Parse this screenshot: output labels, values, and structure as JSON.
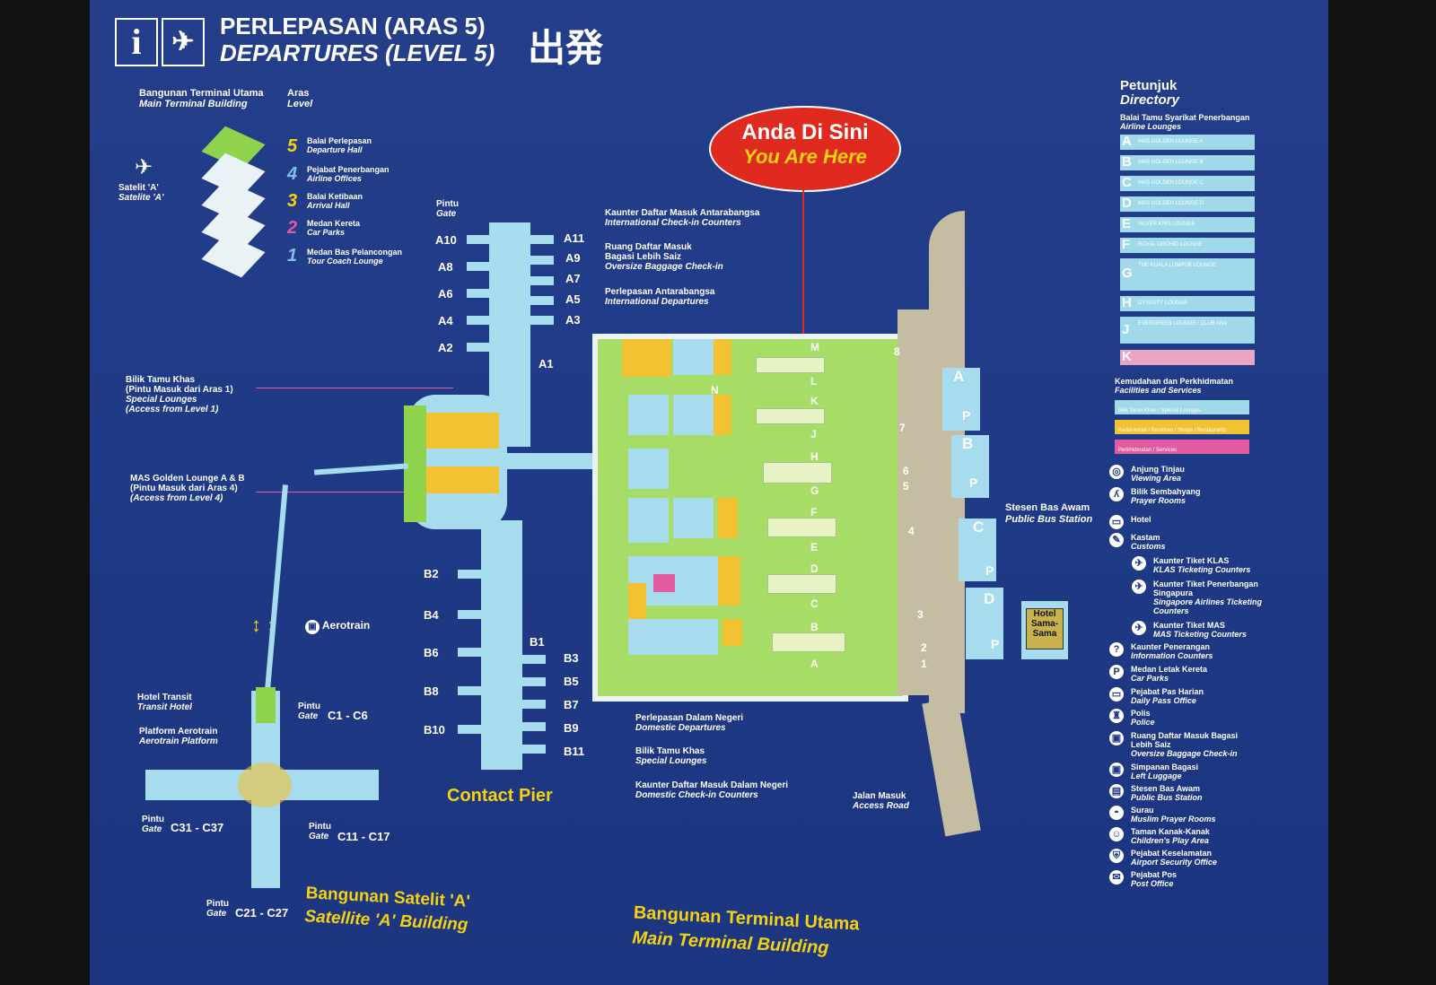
{
  "header": {
    "info_icon_glyph": "i",
    "title_ms": "PERLEPASAN (ARAS 5)",
    "title_en": "DEPARTURES (LEVEL 5)",
    "title_ja": "出発"
  },
  "levels_panel": {
    "heading_ms": "Bangunan Terminal Utama",
    "heading_en": "Main Terminal Building",
    "level_heading_ms": "Aras",
    "level_heading_en": "Level",
    "satellite_ms": "Satelit 'A'",
    "satellite_en": "Satelite 'A'",
    "levels": [
      {
        "num": "5",
        "ms": "Balai Perlepasan",
        "en": "Departure Hall"
      },
      {
        "num": "4",
        "ms": "Pejabat Penerbangan",
        "en": "Airline Offices"
      },
      {
        "num": "3",
        "ms": "Balai Ketibaan",
        "en": "Arrival Hall"
      },
      {
        "num": "2",
        "ms": "Medan Kereta",
        "en": "Car Parks"
      },
      {
        "num": "1",
        "ms": "Medan Bas Pelancongan",
        "en": "Tour Coach Lounge"
      }
    ]
  },
  "you_are_here": {
    "ms": "Anda Di Sini",
    "en": "You Are Here"
  },
  "annotations": {
    "intl_checkin_ms": "Kaunter Daftar Masuk Antarabangsa",
    "intl_checkin_en": "International Check-in Counters",
    "oversize_ms1": "Ruang Daftar Masuk",
    "oversize_ms2": "Bagasi Lebih Saiz",
    "oversize_en": "Oversize Baggage Check-in",
    "intl_dep_ms": "Perlepasan Antarabangsa",
    "intl_dep_en": "International Departures",
    "special_ms1": "Bilik Tamu Khas",
    "special_ms2": "(Pintu Masuk dari Aras 1)",
    "special_en1": "Special Lounges",
    "special_en2": "(Access from Level 1)",
    "mas_ms1": "MAS Golden Lounge A & B",
    "mas_ms2": "(Pintu Masuk dari Aras 4)",
    "mas_en": "(Access from Level 4)",
    "aerotrain": "Aerotrain",
    "hotel_ms": "Hotel Transit",
    "hotel_en": "Transit Hotel",
    "platform_ms": "Platform Aerotrain",
    "platform_en": "Aerotrain Platform",
    "dom_dep_ms": "Perlepasan Dalam Negeri",
    "dom_dep_en": "Domestic Departures",
    "dom_special_ms": "Bilik  Tamu Khas",
    "dom_special_en": "Special Lounges",
    "dom_checkin_ms": "Kaunter Daftar Masuk Dalam Negeri",
    "dom_checkin_en": "Domestic Check-in Counters",
    "access_ms": "Jalan Masuk",
    "access_en": "Access Road",
    "bus_ms": "Stesen Bas Awam",
    "bus_en": "Public Bus Station",
    "hotel_box": "Hotel Sama-Sama",
    "gate_ms": "Pintu",
    "gate_en": "Gate"
  },
  "gates": {
    "left": [
      "A10",
      "A8",
      "A6",
      "A4",
      "A2"
    ],
    "right": [
      "A11",
      "A9",
      "A7",
      "A5",
      "A3",
      "A1"
    ],
    "b_left": [
      "B2",
      "B4",
      "B6",
      "B8",
      "B10"
    ],
    "b_right": [
      "B1",
      "B3",
      "B5",
      "B7",
      "B9",
      "B11"
    ],
    "c1": "C1 - C6",
    "c31": "C31 - C37",
    "c11": "C11 - C17",
    "c21": "C21 - C27"
  },
  "rows": [
    "M",
    "L",
    "K",
    "J",
    "H",
    "G",
    "F",
    "E",
    "D",
    "C",
    "B",
    "A",
    "N"
  ],
  "doors": [
    "8",
    "7",
    "6",
    "5",
    "4",
    "3",
    "2",
    "1"
  ],
  "parking": [
    "A",
    "P",
    "B",
    "P",
    "C",
    "P",
    "D",
    "P"
  ],
  "building_labels": {
    "contact_pier": "Contact Pier",
    "satellite_ms": "Bangunan Satelit 'A'",
    "satellite_en": "Satellite 'A' Building",
    "main_ms": "Bangunan Terminal Utama",
    "main_en": "Main Terminal Building"
  },
  "directory": {
    "title_ms": "Petunjuk",
    "title_en": "Directory",
    "lounges_ms": "Balai Tamu Syarikat Penerbangan",
    "lounges_en": "Airline Lounges",
    "rows": [
      {
        "letter": "A",
        "name": "MAS GOLDEN LOUNGE A"
      },
      {
        "letter": "B",
        "name": "MAS GOLDEN LOUNGE B"
      },
      {
        "letter": "C",
        "name": "MAS GOLDEN LOUNGE C"
      },
      {
        "letter": "D",
        "name": "MAS GOLDEN LOUNGE D"
      },
      {
        "letter": "E",
        "name": "SILVER KRIS LOUNGE"
      },
      {
        "letter": "F",
        "name": "ROYAL ORCHID LOUNGE"
      },
      {
        "letter": "G",
        "name": "THE KUALA LUMPUR LOUNGE"
      },
      {
        "letter": "H",
        "name": "DYNASTY LOUNGE"
      },
      {
        "letter": "J",
        "name": "EVERGREEN LOUNGE / CLUB ANA"
      },
      {
        "letter": "K",
        "name": ""
      }
    ],
    "facilities_ms": "Kemudahan dan Perkhidmatan",
    "facilities_en": "Facilities and Services",
    "swatches": [
      {
        "label": "Bilik Tamu Khas / Special Lounges",
        "color": "#9fd9ea"
      },
      {
        "label": "Kedai-kedai / Restoran / Shops / Restaurants",
        "color": "#f2c233"
      },
      {
        "label": "Perkhidmatan / Services",
        "color": "#e25aa0"
      }
    ],
    "legend": [
      {
        "icon": "binoculars-icon",
        "glyph": "◎",
        "ms": "Anjung Tinjau",
        "en": "Viewing Area"
      },
      {
        "icon": "prayer-icon",
        "glyph": "ʎ",
        "ms": "Bilik Sembahyang",
        "en": "Prayer Rooms"
      },
      {
        "icon": "hotel-icon",
        "glyph": "▭",
        "ms": "Hotel",
        "en": ""
      },
      {
        "icon": "customs-icon",
        "glyph": "✎",
        "ms": "Kastam",
        "en": "Customs"
      },
      {
        "icon": "klas-ticket-icon",
        "glyph": "✈",
        "ms": "Kaunter Tiket KLAS",
        "en": "KLAS Ticketing Counters"
      },
      {
        "icon": "singapore-ticket-icon",
        "glyph": "✈",
        "ms": "Kaunter Tiket Penerbangan Singapura",
        "en": "Singapore Airlines Ticketing Counters"
      },
      {
        "icon": "mas-ticket-icon",
        "glyph": "✈",
        "ms": "Kaunter Tiket MAS",
        "en": "MAS Ticketing Counters"
      },
      {
        "icon": "info-icon",
        "glyph": "?",
        "ms": "Kaunter Penerangan",
        "en": "Information Counters"
      },
      {
        "icon": "parking-icon",
        "glyph": "P",
        "ms": "Medan Letak Kereta",
        "en": "Car Parks"
      },
      {
        "icon": "daily-pass-icon",
        "glyph": "▭",
        "ms": "Pejabat Pas Harian",
        "en": "Daily Pass Office"
      },
      {
        "icon": "police-icon",
        "glyph": "♜",
        "ms": "Polis",
        "en": "Police"
      },
      {
        "icon": "oversize-baggage-icon",
        "glyph": "▣",
        "ms": "Ruang Daftar Masuk Bagasi Lebih Saiz",
        "en": "Oversize Baggage Check-in"
      },
      {
        "icon": "left-luggage-icon",
        "glyph": "▣",
        "ms": "Simpanan Bagasi",
        "en": "Left Luggage"
      },
      {
        "icon": "bus-icon",
        "glyph": "▤",
        "ms": "Stesen Bas Awam",
        "en": "Public Bus Station"
      },
      {
        "icon": "surau-icon",
        "glyph": "◓",
        "ms": "Surau",
        "en": "Muslim Prayer Rooms"
      },
      {
        "icon": "play-area-icon",
        "glyph": "☺",
        "ms": "Taman Kanak-Kanak",
        "en": "Children's Play Area"
      },
      {
        "icon": "security-icon",
        "glyph": "⛨",
        "ms": "Pejabat Keselamatan",
        "en": "Airport Security Office"
      },
      {
        "icon": "post-icon",
        "glyph": "✉",
        "ms": "Pejabat Pos",
        "en": "Post Office"
      }
    ]
  }
}
